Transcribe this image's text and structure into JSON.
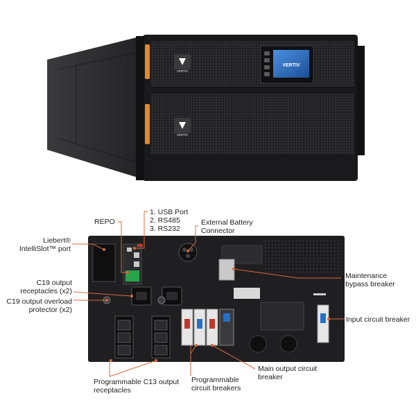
{
  "brand": "VERTIV",
  "colors": {
    "callout": "#d96a3b",
    "chassis": "#1f1f21",
    "handle": "#e08a2c",
    "screen": "#2a73c9"
  },
  "labels": {
    "usb_port": "1. USB Port",
    "rs485": "2. RS485",
    "rs232": "3. RS232",
    "repo": "REPO",
    "ext_battery_1": "External Battery",
    "ext_battery_2": "Connector",
    "liebert_1": "Liebert®",
    "liebert_2": "IntelliSlot™ port",
    "c19_rec_1": "C19 output",
    "c19_rec_2": "receptacles (x2)",
    "c19_prot_1": "C19 output overload",
    "c19_prot_2": "protector (x2)",
    "maint_1": "Maintenance",
    "maint_2": "bypass breaker",
    "input_cb": "Input circuit breaker",
    "c13_1": "Programmable C13 output",
    "c13_2": "receptacles",
    "prog_cb_1": "Programmable",
    "prog_cb_2": "circuit breakers",
    "main_cb_1": "Main output circuit",
    "main_cb_2": "breaker"
  }
}
